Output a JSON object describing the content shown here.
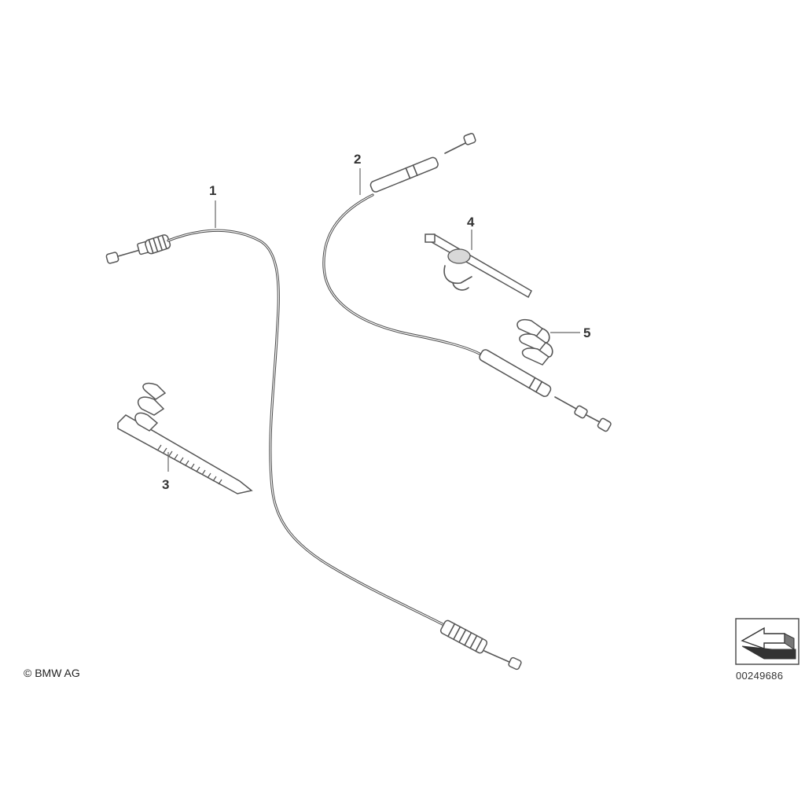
{
  "diagram": {
    "callouts": [
      {
        "id": "1",
        "label": "1"
      },
      {
        "id": "2",
        "label": "2"
      },
      {
        "id": "3",
        "label": "3"
      },
      {
        "id": "4",
        "label": "4"
      },
      {
        "id": "5",
        "label": "5"
      }
    ]
  },
  "footer": {
    "copyright": "© BMW AG",
    "ref_number": "00249686"
  },
  "icons": {
    "orientation": "direction-arrow-icon"
  }
}
